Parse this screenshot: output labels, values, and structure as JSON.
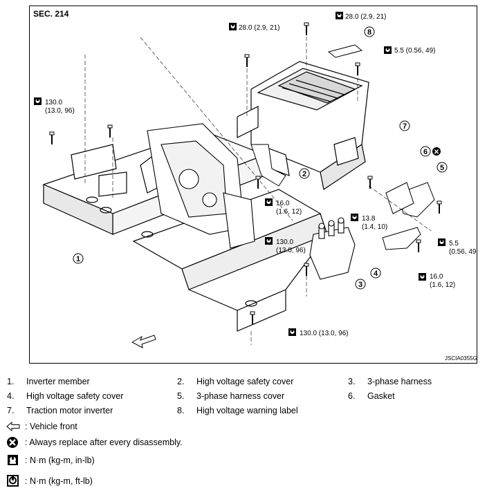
{
  "diagram": {
    "section": "SEC. 214",
    "figure_code": "JSCIA0355GB",
    "torques": {
      "t1": "28.0 (2.9, 21)",
      "t2": "28.0 (2.9, 21)",
      "t3": "5.5 (0.56, 49)",
      "t4_a": "130.0",
      "t4_b": "(13.0, 96)",
      "t5_a": "16.0",
      "t5_b": "(1.6, 12)",
      "t6_a": "13.8",
      "t6_b": "(1.4, 10)",
      "t7_a": "130.0",
      "t7_b": "(13.0, 96)",
      "t8": "130.0 (13.0, 96)",
      "t9_a": "5.5",
      "t9_b": "(0.56, 49)",
      "t10_a": "16.0",
      "t10_b": "(1.6, 12)"
    },
    "callouts": [
      "1",
      "2",
      "3",
      "4",
      "5",
      "6",
      "7",
      "8"
    ]
  },
  "parts": [
    {
      "num": "1.",
      "name": "Inverter member"
    },
    {
      "num": "2.",
      "name": "High voltage safety cover"
    },
    {
      "num": "3.",
      "name": "3-phase harness"
    },
    {
      "num": "4.",
      "name": "High voltage safety cover"
    },
    {
      "num": "5.",
      "name": "3-phase harness cover"
    },
    {
      "num": "6.",
      "name": "Gasket"
    },
    {
      "num": "7.",
      "name": "Traction motor inverter"
    },
    {
      "num": "8.",
      "name": "High voltage warning label"
    }
  ],
  "symbols": [
    {
      "icon": "arrow-left-icon",
      "text": ": Vehicle front"
    },
    {
      "icon": "replace-x-icon",
      "text": ": Always replace after every disassembly."
    },
    {
      "icon": "torque-inlb-icon",
      "text": ": N·m (kg-m, in-lb)"
    },
    {
      "icon": "torque-ftlb-icon",
      "text": ": N·m (kg-m, ft-lb)"
    }
  ]
}
